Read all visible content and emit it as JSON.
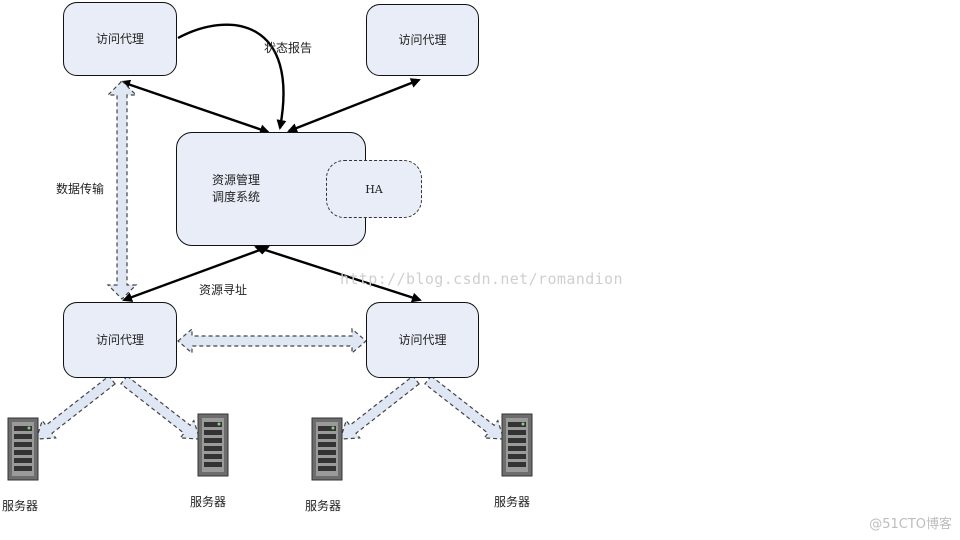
{
  "nodes": {
    "proxy_top_left": "访问代理",
    "proxy_top_right": "访问代理",
    "proxy_bottom_left": "访问代理",
    "proxy_bottom_right": "访问代理",
    "center_line1": "资源管理",
    "center_line2": "调度系统",
    "ha": "HA"
  },
  "labels": {
    "status_report": "状态报告",
    "data_transfer": "数据传输",
    "resource_addressing": "资源寻址"
  },
  "servers": [
    "服务器",
    "服务器",
    "服务器",
    "服务器"
  ],
  "watermark": "http://blog.csdn.net/romandion",
  "corner_watermark": "@51CTO博客",
  "colors": {
    "node_fill": "#e8edf7",
    "dashed_arrow_fill": "#dfe7f5",
    "line": "#000000"
  }
}
